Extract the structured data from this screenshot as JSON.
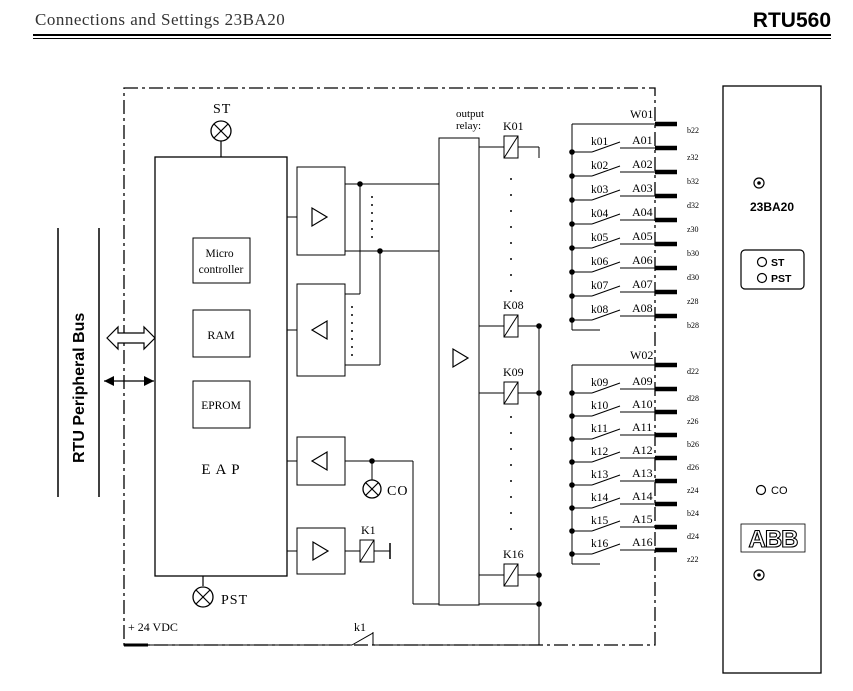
{
  "header": {
    "title": "Connections and Settings 23BA20",
    "brand": "RTU560"
  },
  "bus_label": "RTU Peripheral Bus",
  "processor": {
    "label": "E A P",
    "blocks": [
      "Micro\ncontroller",
      "RAM",
      "EPROM"
    ]
  },
  "indicators": {
    "st": "ST",
    "pst": "PST",
    "co": "CO"
  },
  "relay_header": "output\nrelay:",
  "relays_shown": [
    "K01",
    "K08",
    "K09",
    "K16"
  ],
  "aux_relay": "K1",
  "supply": {
    "label": "+ 24 VDC",
    "contact": "k1"
  },
  "common_groups": [
    "W01",
    "W02"
  ],
  "outputs": [
    {
      "contact": "k01",
      "out": "A01",
      "pin": "z32"
    },
    {
      "contact": "k02",
      "out": "A02",
      "pin": "b32"
    },
    {
      "contact": "k03",
      "out": "A03",
      "pin": "d32"
    },
    {
      "contact": "k04",
      "out": "A04",
      "pin": "z30"
    },
    {
      "contact": "k05",
      "out": "A05",
      "pin": "b30"
    },
    {
      "contact": "k06",
      "out": "A06",
      "pin": "d30"
    },
    {
      "contact": "k07",
      "out": "A07",
      "pin": "z28"
    },
    {
      "contact": "k08",
      "out": "A08",
      "pin": "b28"
    },
    {
      "contact": "k09",
      "out": "A09",
      "pin": "d28"
    },
    {
      "contact": "k10",
      "out": "A10",
      "pin": "z26"
    },
    {
      "contact": "k11",
      "out": "A11",
      "pin": "b26"
    },
    {
      "contact": "k12",
      "out": "A12",
      "pin": "d26"
    },
    {
      "contact": "k13",
      "out": "A13",
      "pin": "z24"
    },
    {
      "contact": "k14",
      "out": "A14",
      "pin": "b24"
    },
    {
      "contact": "k15",
      "out": "A15",
      "pin": "d24"
    },
    {
      "contact": "k16",
      "out": "A16",
      "pin": "z22"
    }
  ],
  "common_pins": [
    "b22",
    "d22"
  ],
  "front_panel": {
    "model": "23BA20",
    "leds": [
      "ST",
      "PST"
    ],
    "co_led": "CO",
    "logo": "ABB"
  }
}
